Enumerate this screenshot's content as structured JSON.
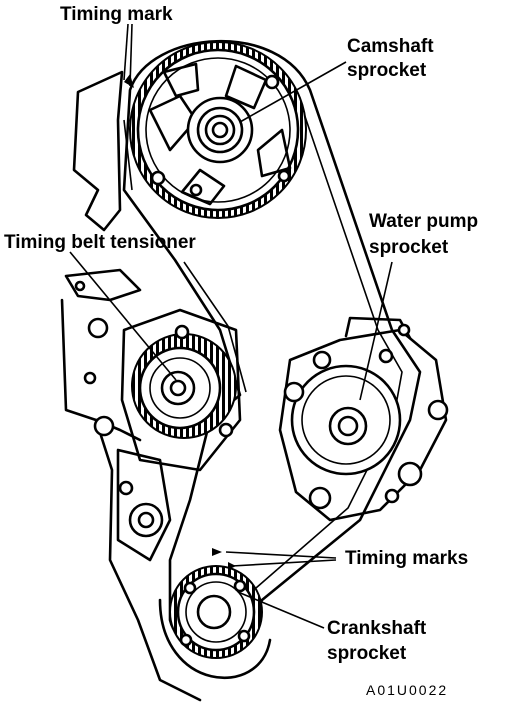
{
  "labels": {
    "timing_mark": "Timing mark",
    "camshaft_sprocket_1": "Camshaft",
    "camshaft_sprocket_2": "sprocket",
    "water_pump_1": "Water pump",
    "water_pump_2": "sprocket",
    "tensioner": "Timing belt tensioner",
    "timing_marks": "Timing marks",
    "crankshaft_1": "Crankshaft",
    "crankshaft_2": "sprocket"
  },
  "figure_code": "A01U0022"
}
